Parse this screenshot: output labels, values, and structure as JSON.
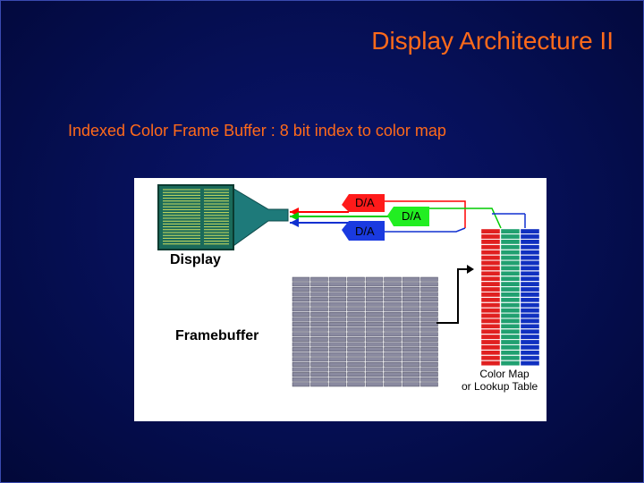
{
  "slide": {
    "title": "Display Architecture II",
    "subtitle": "Indexed Color Frame Buffer : 8 bit index to color map"
  },
  "diagram": {
    "display_label": "Display",
    "framebuffer_label": "Framebuffer",
    "color_map_label_line1": "Color Map",
    "color_map_label_line2": "or Lookup Table",
    "dac_labels": [
      "D/A",
      "D/A",
      "D/A"
    ]
  },
  "colors": {
    "title": "#ff6a1a",
    "red_channel": "#ff0000",
    "green_channel": "#00ee00",
    "blue_channel": "#1030d0"
  }
}
